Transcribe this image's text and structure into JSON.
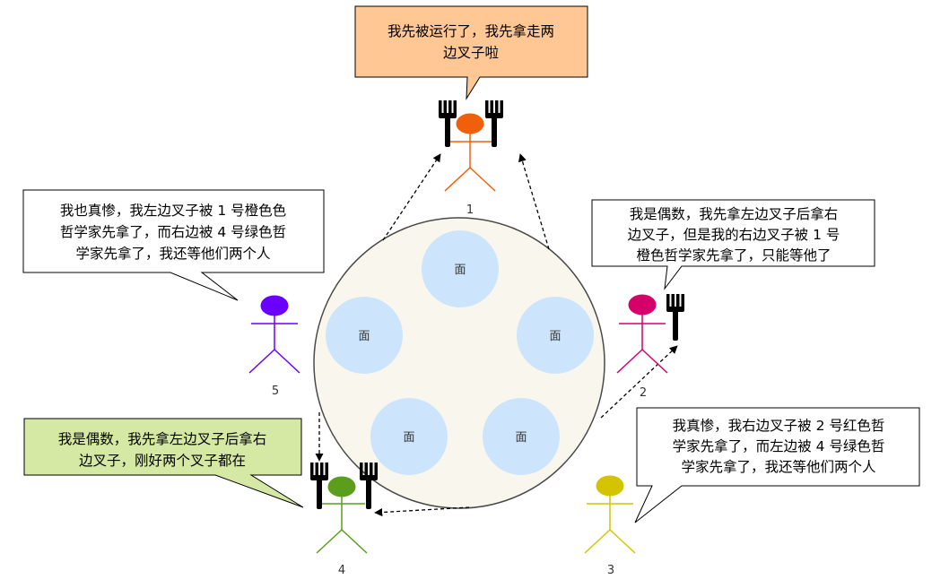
{
  "bowl_label": "面",
  "philosophers": [
    {
      "id": "1",
      "label": "1",
      "color": "#f0600a"
    },
    {
      "id": "2",
      "label": "2",
      "color": "#d6006b"
    },
    {
      "id": "3",
      "label": "3",
      "color": "#d4c400"
    },
    {
      "id": "4",
      "label": "4",
      "color": "#5a9e1c"
    },
    {
      "id": "5",
      "label": "5",
      "color": "#6a00ff"
    }
  ],
  "bubbles": {
    "p1": {
      "lines": [
        "我先被运行了，我先拿走两",
        "边叉子啦"
      ],
      "fill": "#ffc794"
    },
    "p2": {
      "lines": [
        "我是偶数，我先拿左边叉子后拿右",
        "边叉子，但是我的右边叉子被 1 号",
        "橙色哲学家先拿了，只能等他了"
      ],
      "fill": "#ffffff"
    },
    "p3": {
      "lines": [
        "我真惨，我右边叉子被 2 号红色哲",
        "学家先拿了，而左边被 4 号绿色哲",
        "学家先拿了，我还等他们两个人"
      ],
      "fill": "#ffffff"
    },
    "p4": {
      "lines": [
        "我是偶数，我先拿左边叉子后拿右",
        "边叉子，刚好两个叉子都在"
      ],
      "fill": "#d5e8a4"
    },
    "p5": {
      "lines": [
        "我也真惨，我左边叉子被 1 号橙色色",
        "哲学家先拿了，而右边被 4 号绿色哲",
        "学家先拿了，我还等他们两个人"
      ],
      "fill": "#ffffff"
    }
  },
  "colors": {
    "table_fill": "#f9f7ed",
    "table_stroke": "#4a4a4a",
    "bowl_fill": "#cce5fc",
    "fork": "#000000"
  }
}
